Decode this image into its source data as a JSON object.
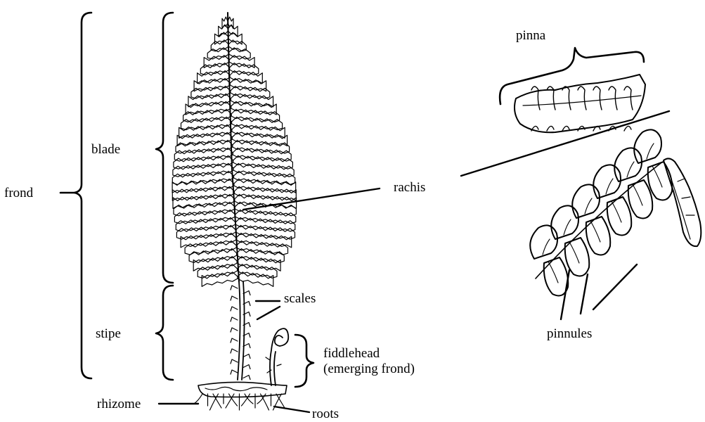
{
  "labels": {
    "frond": "frond",
    "blade": "blade",
    "stipe": "stipe",
    "rhizome": "rhizome",
    "rachis": "rachis",
    "scales": "scales",
    "fiddlehead_line1": "fiddlehead",
    "fiddlehead_line2": "(emerging frond)",
    "roots": "roots",
    "pinna": "pinna",
    "pinnules": "pinnules"
  },
  "colors": {
    "ink": "#000000",
    "background": "#ffffff"
  }
}
